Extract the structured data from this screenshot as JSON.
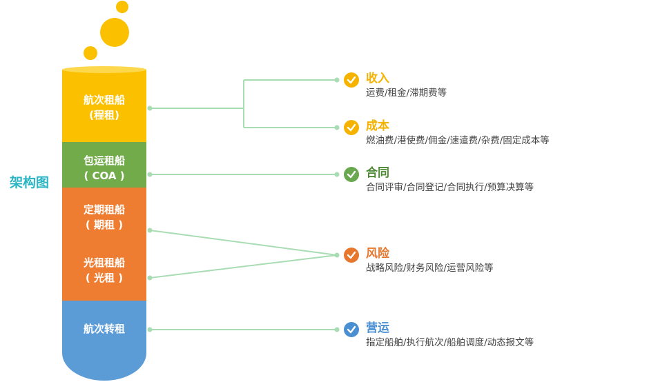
{
  "title": "架构图",
  "segments": [
    {
      "line1": "航次租船",
      "line2": "(程租)"
    },
    {
      "line1": "包运租船",
      "line2": "( COA )"
    },
    {
      "line1": "定期租船",
      "line2": "( 期租 )"
    },
    {
      "line1": "光租租船",
      "line2": "( 光租 )"
    },
    {
      "line1": "航次转租",
      "line2": ""
    }
  ],
  "items": [
    {
      "title": "收入",
      "desc": "运费/租金/滞期费等",
      "color": "#f5b300"
    },
    {
      "title": "成本",
      "desc": "燃油费/港使费/佣金/速遣费/杂费/固定成本等",
      "color": "#f5b300"
    },
    {
      "title": "合同",
      "desc": "合同评审/合同登记/合同执行/预算决算等",
      "color": "#6aa84f"
    },
    {
      "title": "风险",
      "desc": "战略风险/财务风险/运营风险等",
      "color": "#e8772e"
    },
    {
      "title": "营运",
      "desc": "指定船舶/执行航次/船舶调度/动态报文等",
      "color": "#4a8fd1"
    }
  ],
  "colors": {
    "yellow": "#fbc000",
    "green": "#72ac4a",
    "orange": "#ef7d31",
    "blue": "#5b9bd6",
    "connector": "#a8dcb3"
  }
}
